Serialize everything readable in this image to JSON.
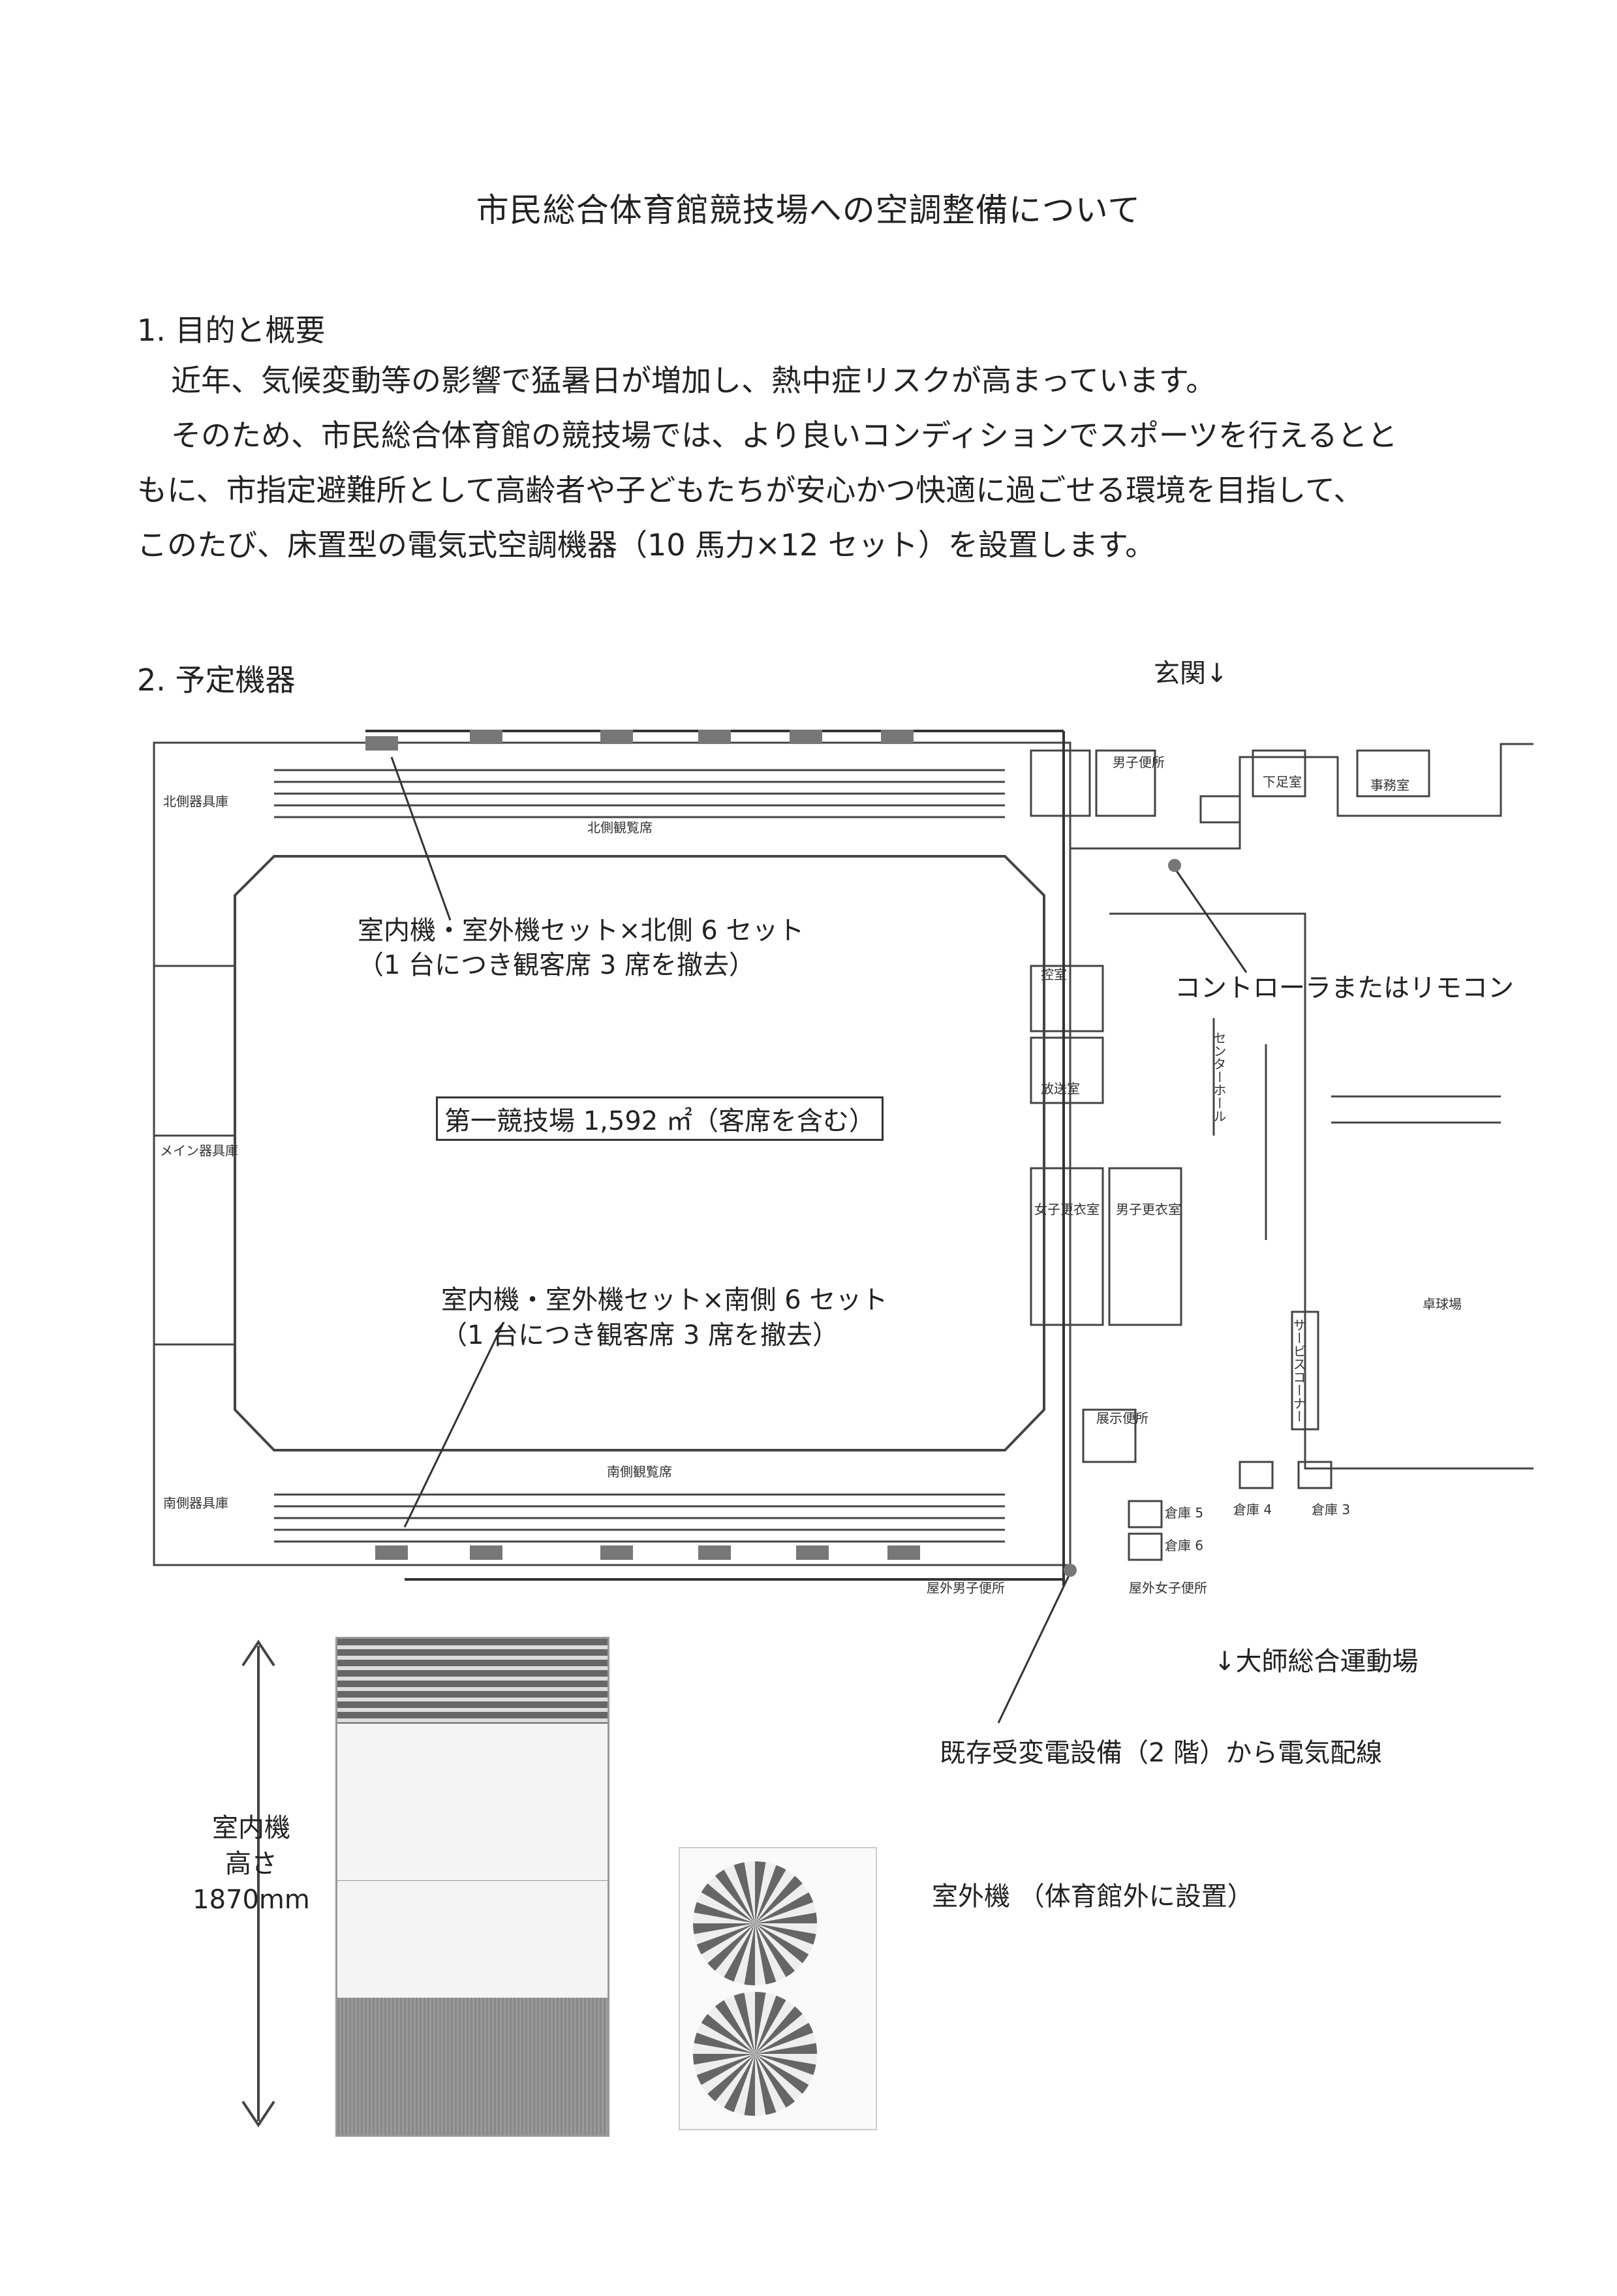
{
  "title": "市民総合体育館競技場への空調整備について",
  "section1": {
    "heading": "1. 目的と概要",
    "lines": [
      "近年、気候変動等の影響で猛暑日が増加し、熱中症リスクが高まっています。",
      "そのため、市民総合体育館の競技場では、より良いコンディションでスポーツを行えるとと",
      "もに、市指定避難所として高齢者や子どもたちが安心かつ快適に過ごせる環境を目指して、",
      "このたび、床置型の電気式空調機器（10 馬力×12 セット）を設置します。"
    ]
  },
  "section2": {
    "heading": "2. 予定機器"
  },
  "plan": {
    "entrance": "玄関↓",
    "north_units": "室内機・室外機セット×北側 6 セット",
    "north_note": "（1 台につき観客席 3 席を撤去）",
    "south_units": "室内機・室外機セット×南側 6 セット",
    "south_note": "（1 台につき観客席 3 席を撤去）",
    "arena": "第一競技場 1,592 ㎡（客席を含む）",
    "controller": "コントローラまたはリモコン",
    "ground": "↓大師総合運動場",
    "power": "既存受変電設備（2 階）から電気配線",
    "rooms": {
      "north_storage": "北側器具庫",
      "north_stand": "北側観覧席",
      "main_storage": "メイン器具庫",
      "south_storage": "南側器具庫",
      "south_stand": "南側観覧席",
      "center_hall": "センターホール",
      "service_corner": "サービスコーナー",
      "mens_wc": "男子便所",
      "mens_changing": "男子更衣室",
      "womens_changing": "女子更衣室",
      "office": "事務室",
      "lower_room": "下足室",
      "room_a": "控室",
      "room_b": "放送室",
      "court": "卓球場",
      "outdoor_mens_wc": "屋外男子便所",
      "outdoor_womens_wc": "屋外女子便所",
      "exhibit": "展示便所",
      "storage3": "倉庫 3",
      "storage4": "倉庫 4",
      "storage5": "倉庫 5",
      "storage6": "倉庫 6"
    }
  },
  "indoor_unit": {
    "label": "室内機",
    "height_label": "高さ",
    "height_value": "1870mm"
  },
  "outdoor_unit": {
    "label": "室外機 （体育館外に設置）"
  }
}
